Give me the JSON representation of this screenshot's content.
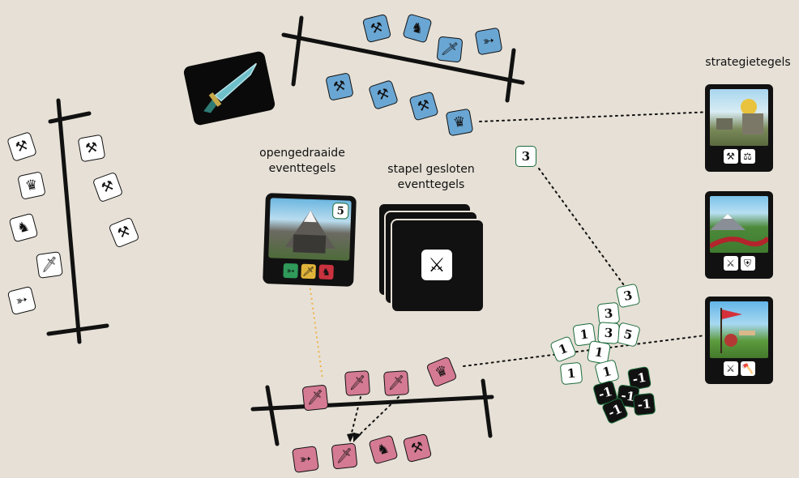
{
  "labels": {
    "strategy": "strategietegels",
    "open_events": "opengedraaide\neventtegels",
    "closed_stack": "stapel gesloten\neventtegels"
  },
  "colors": {
    "background": "#e6e0d6",
    "blue_tile": "#6aa6d3",
    "pink_tile": "#d57a93",
    "laurel_green": "#1b6b3a"
  },
  "left_board": {
    "tiles_left": [
      "hammer-icon",
      "crown-icon",
      "horse-icon",
      "sword-icon",
      "bow-icon"
    ],
    "tiles_right": [
      "hammer-icon",
      "hammer-icon",
      "hammer-icon"
    ]
  },
  "top_board": {
    "row_upper": [
      "hammer-icon",
      "horse-icon",
      "sword-icon",
      "bow-icon"
    ],
    "row_lower": [
      "hammer-icon",
      "hammer-icon",
      "hammer-icon",
      "crown-icon"
    ]
  },
  "bottom_board": {
    "row_upper": [
      "sword-icon",
      "sword-icon",
      "sword-icon",
      "crown-icon"
    ],
    "row_lower": [
      "bow-icon",
      "sword-icon",
      "horse-icon",
      "hammer-icon"
    ]
  },
  "open_event_card": {
    "value": "5",
    "icons": [
      "bow-icon",
      "sword-icon",
      "horse-icon"
    ]
  },
  "closed_stack_icon": "crossed-swords-icon",
  "score_chip_single": "3",
  "score_pile": {
    "white": [
      "3",
      "3",
      "1",
      "3",
      "1",
      "1",
      "1",
      "5",
      "1"
    ],
    "black": [
      "-1",
      "-1",
      "-1",
      "-1",
      "-1"
    ]
  },
  "strategy_cards": [
    {
      "icons": [
        "hammer-icon",
        "scales-icon"
      ]
    },
    {
      "icons": [
        "crossed-swords-icon",
        "shield-icon"
      ]
    },
    {
      "icons": [
        "crossed-swords-icon",
        "axe-icon"
      ]
    }
  ]
}
